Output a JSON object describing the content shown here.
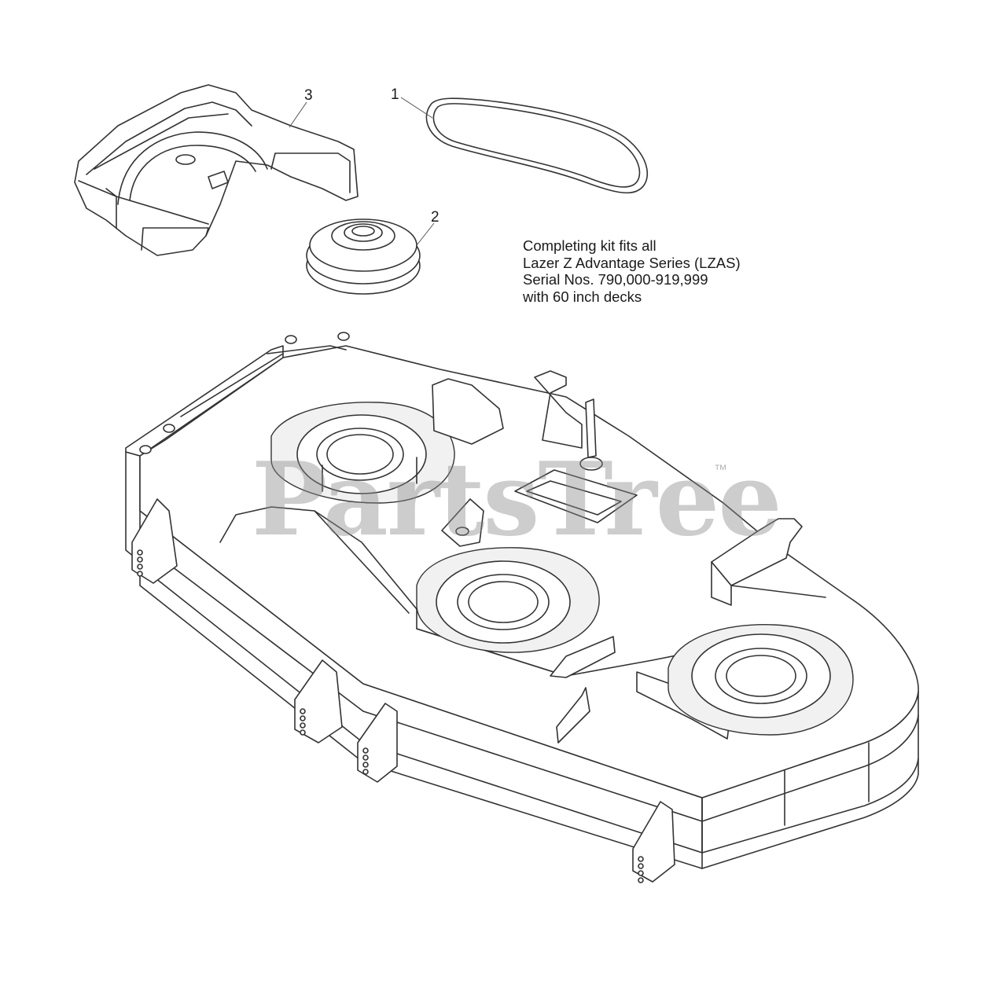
{
  "callouts": {
    "belt": "1",
    "pulley": "2",
    "cover": "3"
  },
  "note": {
    "line1": "Completing kit fits all",
    "line2": "Lazer Z Advantage Series (LZAS)",
    "line3": "Serial Nos. 790,000-919,999",
    "line4": "with 60 inch decks"
  },
  "watermark": {
    "text": "PartsTree",
    "trademark": "™",
    "color": "#8a8a8a"
  },
  "colors": {
    "line": "#333333",
    "background": "#ffffff"
  }
}
